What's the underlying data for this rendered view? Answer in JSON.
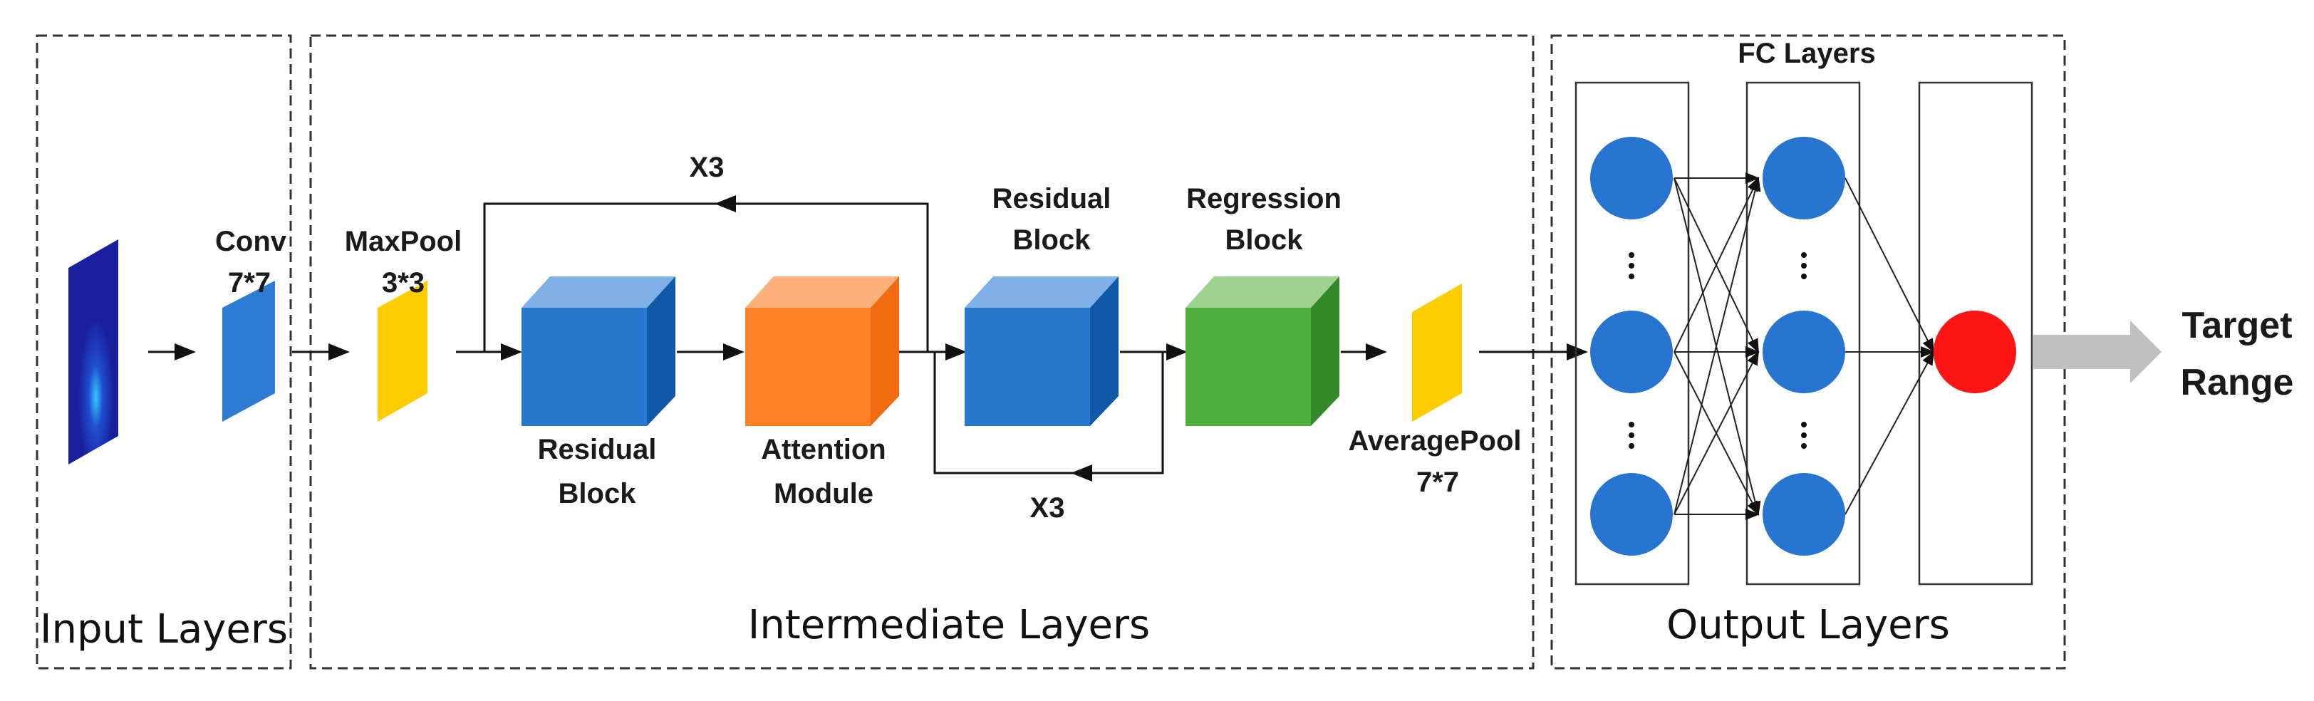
{
  "sections": {
    "input": "Input Layers",
    "intermediate": "Intermediate Layers",
    "output": "Output Layers"
  },
  "labels": {
    "conv": "Conv",
    "conv_size": "7*7",
    "maxpool": "MaxPool",
    "maxpool_size": "3*3",
    "residual_block_1_l1": "Residual",
    "residual_block_1_l2": "Block",
    "attention_l1": "Attention",
    "attention_l2": "Module",
    "residual_block_2_l1": "Residual",
    "residual_block_2_l2": "Block",
    "regression_l1": "Regression",
    "regression_l2": "Block",
    "averagepool": "AveragePool",
    "averagepool_size": "7*7",
    "fc_layers": "FC Layers",
    "repeat_top": "X3",
    "repeat_bottom": "X3",
    "target_l1": "Target",
    "target_l2": "Range"
  },
  "colors": {
    "input_image": "#1a1f9e",
    "conv": "#2e7bd6",
    "pool": "#ffcc00",
    "residual": "#2878d0",
    "attention": "#fd8125",
    "regression": "#4eae3a",
    "fc_node": "#2775d1",
    "output_node": "#ff1414",
    "target_arrow": "#c0c0c0"
  }
}
